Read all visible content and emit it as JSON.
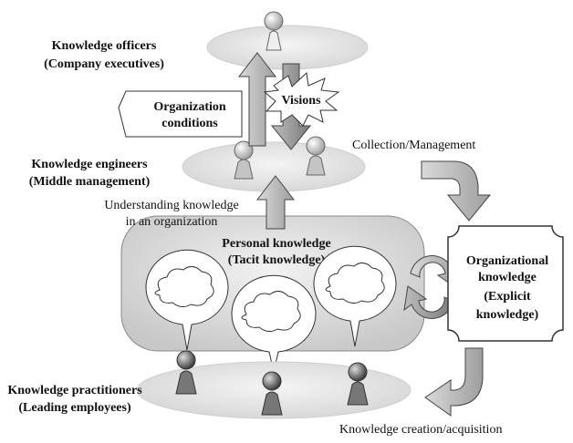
{
  "levels": {
    "officers": {
      "line1": "Knowledge officers",
      "line2": "(Company executives)"
    },
    "engineers": {
      "line1": "Knowledge engineers",
      "line2": "(Middle management)"
    },
    "practitioners": {
      "line1": "Knowledge practitioners",
      "line2": "(Leading employees)"
    }
  },
  "callouts": {
    "organization_conditions": {
      "line1": "Organization",
      "line2": "conditions"
    },
    "visions": "Visions"
  },
  "flows": {
    "collection": "Collection/Management",
    "understanding": {
      "line1": "Understanding knowledge",
      "line2": "in an organization"
    },
    "creation": "Knowledge creation/acquisition"
  },
  "personal_knowledge": {
    "line1": "Personal knowledge",
    "line2": "(Tacit knowledge)"
  },
  "organizational_knowledge": {
    "line1": "Organizational",
    "line2": "knowledge",
    "line3": "(Explicit",
    "line4": "knowledge)"
  },
  "colors": {
    "platform": "#e6e6e6",
    "arrow_fill": "#bdbdbd",
    "arrow_dark": "#8c8c8c",
    "person": "#777777",
    "outline": "#333333"
  }
}
